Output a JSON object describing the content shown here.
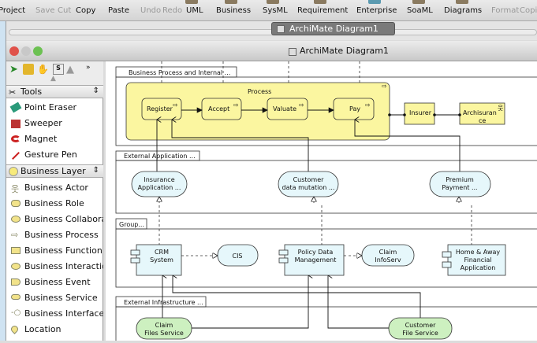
{
  "toolbar": {
    "items": [
      {
        "label": "Project",
        "disabled": false
      },
      {
        "label": "Save",
        "disabled": true
      },
      {
        "label": "Cut",
        "disabled": true
      },
      {
        "label": "Copy",
        "disabled": false
      },
      {
        "label": "Paste",
        "disabled": false
      },
      {
        "label": "Undo",
        "disabled": true
      },
      {
        "label": "Redo",
        "disabled": true
      },
      {
        "label": "UML",
        "disabled": false
      },
      {
        "label": "Business",
        "disabled": false
      },
      {
        "label": "SysML",
        "disabled": false
      },
      {
        "label": "Requirement",
        "disabled": false
      },
      {
        "label": "Enterprise",
        "disabled": false
      },
      {
        "label": "SoaML",
        "disabled": false
      },
      {
        "label": "Diagrams",
        "disabled": false
      },
      {
        "label": "Format",
        "disabled": true
      },
      {
        "label": "Copi",
        "disabled": true
      }
    ]
  },
  "tab": {
    "label": "ArchiMate Diagram1"
  },
  "window": {
    "title": "ArchiMate Diagram1"
  },
  "palette": {
    "tools_header": "Tools",
    "tools": [
      "Point Eraser",
      "Sweeper",
      "Magnet",
      "Gesture Pen"
    ],
    "layer_header": "Business Layer",
    "layer_items": [
      "Business Actor",
      "Business Role",
      "Business Collaboration",
      "Business Process",
      "Business Function",
      "Business Interaction",
      "Business Event",
      "Business Service",
      "Business Interface",
      "Location"
    ]
  },
  "diagram": {
    "groups": [
      "Business Process and Internal ...",
      "External Application ...",
      "Group...",
      "External Infrastructure ..."
    ],
    "process": "Process",
    "steps": [
      "Register",
      "Accept",
      "Valuate",
      "Pay"
    ],
    "role": "Insurer",
    "actor": [
      "Archisuran",
      "ce"
    ],
    "app_services": [
      [
        "Insurance",
        "Application ..."
      ],
      [
        "Customer",
        "data mutation ..."
      ],
      [
        "Premium",
        "Payment ..."
      ]
    ],
    "components": [
      [
        "CRM",
        "System"
      ],
      [
        "Policy Data",
        "Management"
      ],
      [
        "Home & Away",
        "Financial",
        "Application"
      ]
    ],
    "interfaces": [
      [
        "CIS"
      ],
      [
        "Claim",
        "InfoServ"
      ]
    ],
    "infra_services": [
      [
        "Claim",
        "Files Service"
      ],
      [
        "Customer",
        "File Service"
      ]
    ]
  },
  "colors": {
    "business": "#fbf6a0",
    "application": "#e6f7fb",
    "technology": "#cdf0c0"
  }
}
